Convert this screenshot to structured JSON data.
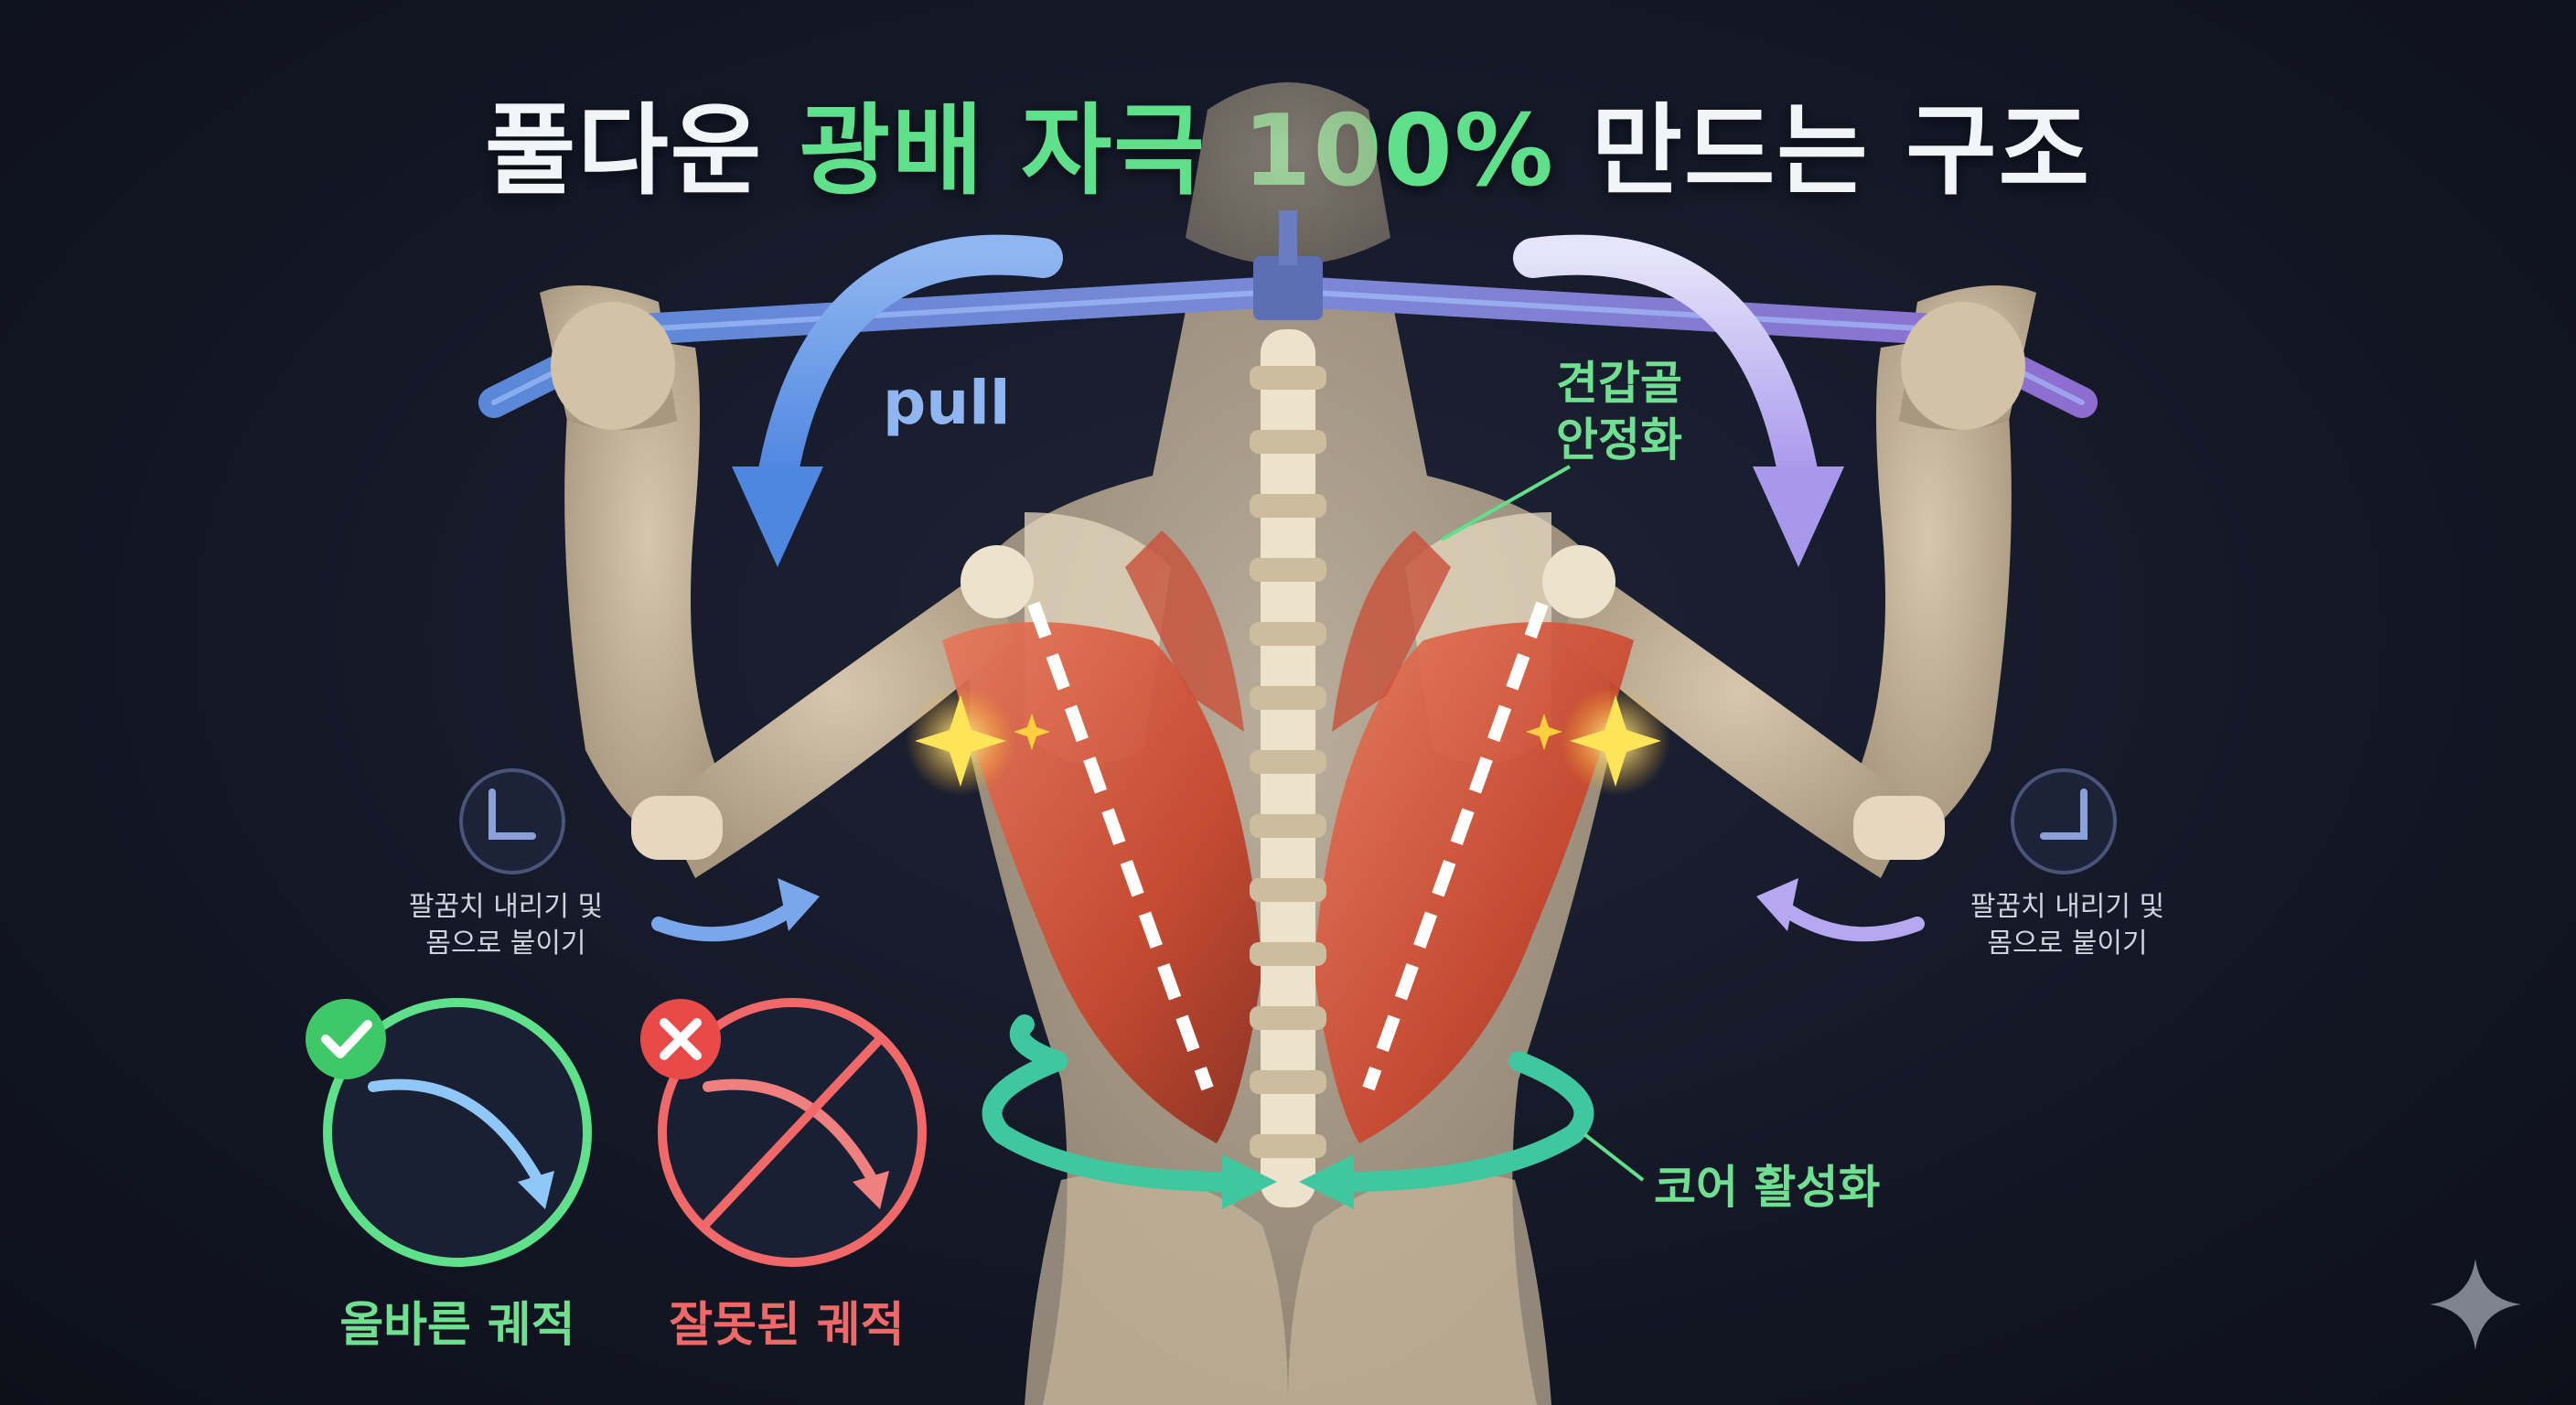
{
  "title": {
    "part1": "풀다운 ",
    "highlight": "광배 자극 100%",
    "part2": " 만드는 구조"
  },
  "labels": {
    "pull": "pull",
    "scapula_line1": "견갑골",
    "scapula_line2": "안정화",
    "core": "코어 활성화",
    "elbow_line1": "팔꿈치 내리기 및",
    "elbow_line2": "몸으로 붙이기",
    "correct": "올바른 궤적",
    "wrong": "잘못된 궤적"
  },
  "icons": {
    "check": "check-icon",
    "cross": "cross-icon",
    "elbow": "elbow-icon",
    "sparkle": "sparkle-icon"
  },
  "colors": {
    "background": "#141827",
    "accent_green": "#5fe08a",
    "wrong_red": "#f06868",
    "arrow_blue": "#6f9ce8",
    "arrow_purple": "#b6a8f0",
    "muscle": "#d4563a",
    "bone": "#e6d8c0"
  }
}
